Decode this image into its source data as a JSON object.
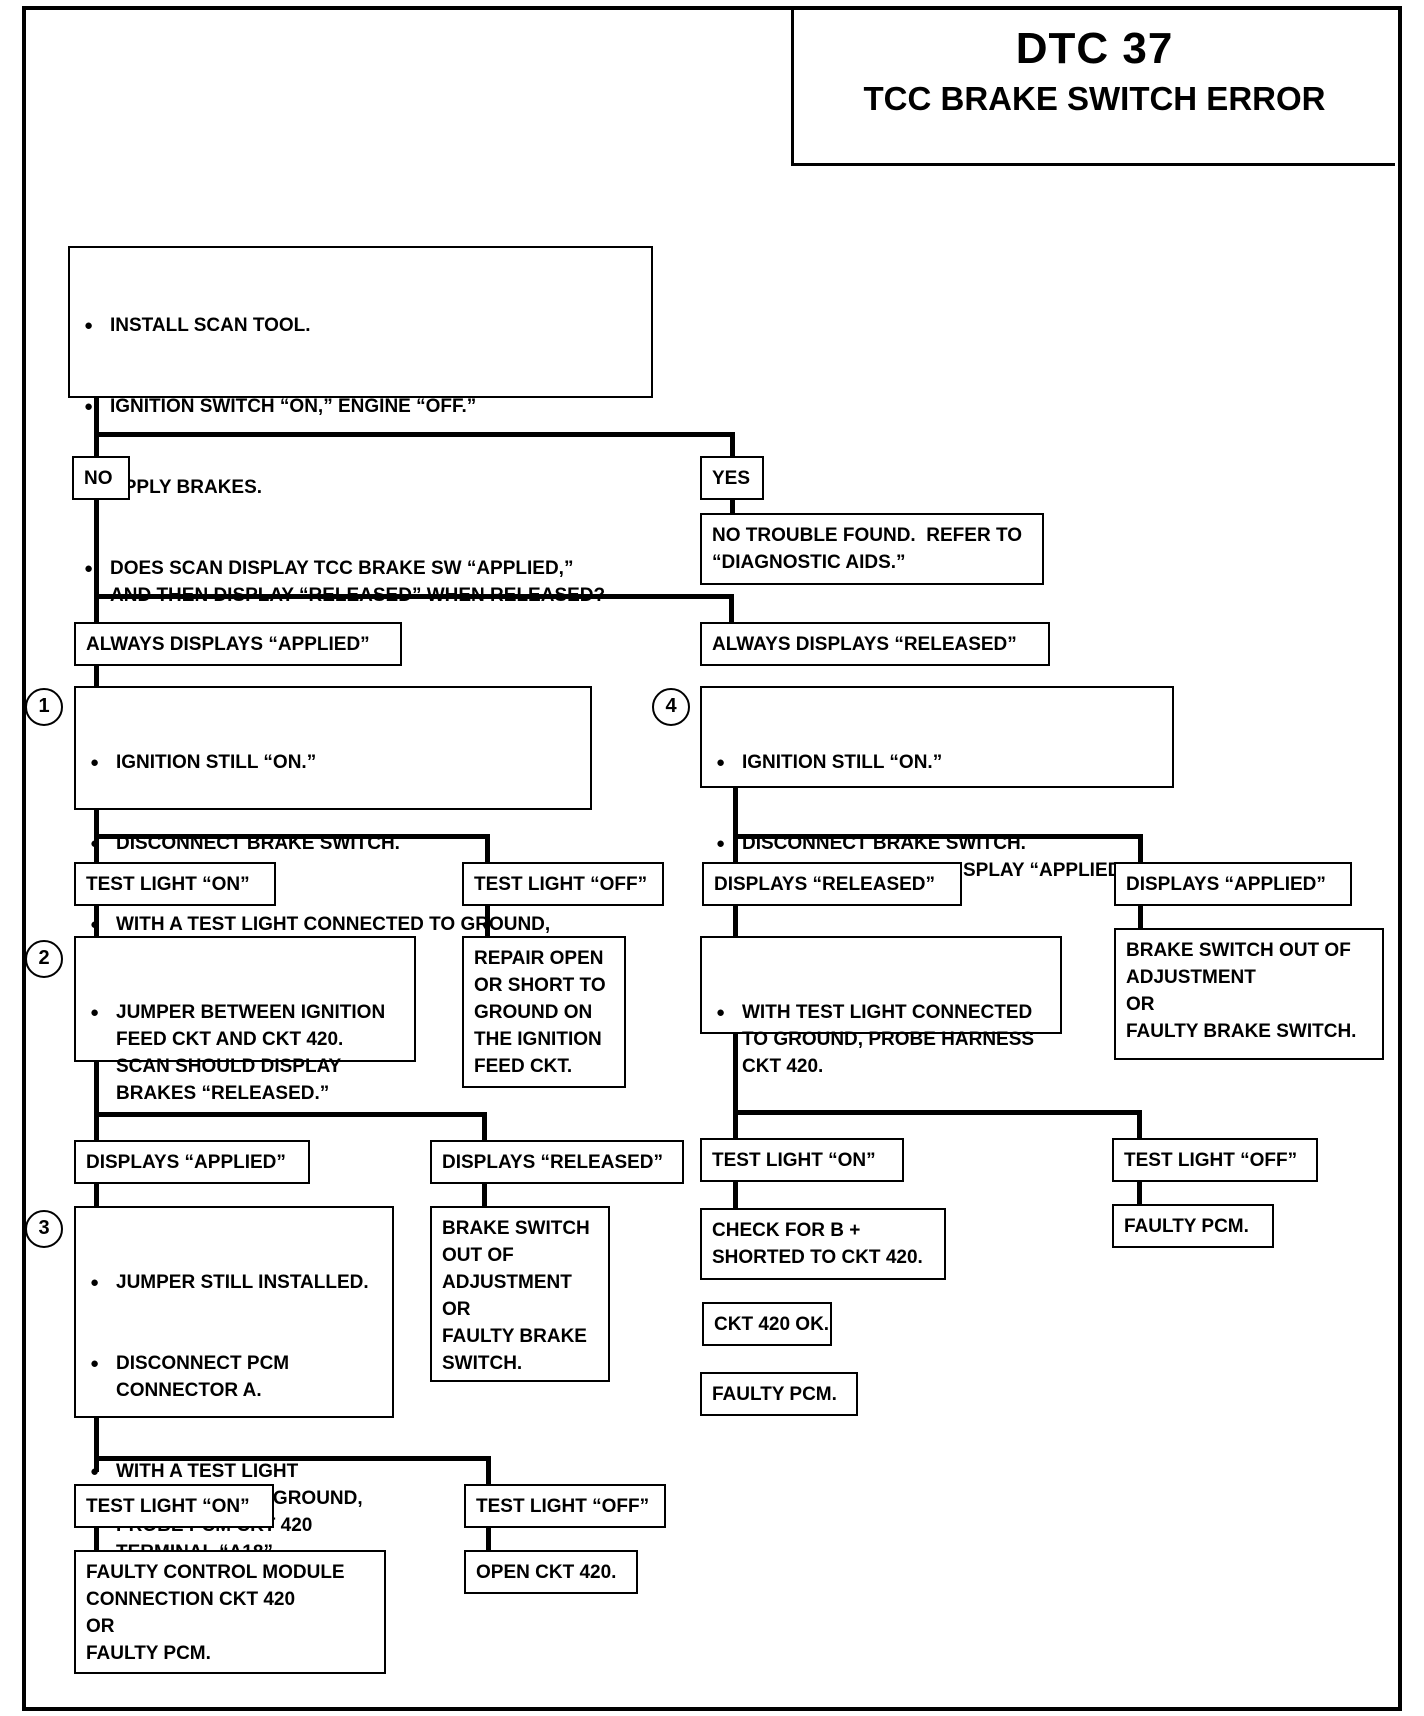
{
  "header": {
    "title": "DTC 37",
    "subtitle": "TCC BRAKE SWITCH ERROR"
  },
  "start": {
    "items": [
      "INSTALL SCAN TOOL.",
      "IGNITION SWITCH “ON,” ENGINE “OFF.”",
      "APPLY BRAKES.",
      "DOES SCAN DISPLAY TCC BRAKE SW “APPLIED,”\nAND THEN DISPLAY “RELEASED” WHEN RELEASED?"
    ]
  },
  "no_label": "NO",
  "yes_label": "YES",
  "yes_result": "NO TROUBLE FOUND.  REFER TO\n“DIAGNOSTIC AIDS.”",
  "left": {
    "branch_label": "ALWAYS DISPLAYS “APPLIED”",
    "step1": {
      "num": "1",
      "items": [
        "IGNITION STILL “ON.”",
        "DISCONNECT BRAKE SWITCH.",
        "WITH A TEST LIGHT CONNECTED TO GROUND,\nPROBE IGNITION FEED CIRCUIT."
      ]
    },
    "light_on_label": "TEST LIGHT “ON”",
    "light_off_label": "TEST LIGHT “OFF”",
    "repair_open": "REPAIR OPEN\nOR SHORT TO\nGROUND ON\nTHE IGNITION\nFEED CKT.",
    "step2": {
      "num": "2",
      "items": [
        "JUMPER BETWEEN IGNITION\nFEED CKT AND CKT 420.\nSCAN SHOULD DISPLAY\nBRAKES “RELEASED.”"
      ]
    },
    "displays_applied_label": "DISPLAYS “APPLIED”",
    "displays_released_label": "DISPLAYS “RELEASED”",
    "brake_switch_result": "BRAKE SWITCH\nOUT OF\nADJUSTMENT\nOR\nFAULTY BRAKE\nSWITCH.",
    "step3": {
      "num": "3",
      "items": [
        "JUMPER STILL INSTALLED.",
        "DISCONNECT PCM\nCONNECTOR A.",
        "WITH A TEST LIGHT\nCONNECTED TO GROUND,\nPROBE PCM CKT 420\nTERMINAL “A18”."
      ]
    },
    "final_on_label": "TEST LIGHT “ON”",
    "final_off_label": "TEST LIGHT “OFF”",
    "faulty_module": "FAULTY CONTROL MODULE\nCONNECTION CKT 420\nOR\nFAULTY PCM.",
    "open_ckt": "OPEN CKT 420."
  },
  "right": {
    "branch_label": "ALWAYS DISPLAYS “RELEASED”",
    "step4": {
      "num": "4",
      "items": [
        "IGNITION STILL “ON.”",
        "DISCONNECT BRAKE SWITCH.\nSCAN TOOL SHOULD DISPLAY “APPLIED.”"
      ]
    },
    "displays_released_label": "DISPLAYS “RELEASED”",
    "displays_applied_label": "DISPLAYS “APPLIED”",
    "probe_harness": {
      "items": [
        "WITH TEST LIGHT CONNECTED\nTO GROUND, PROBE HARNESS\nCKT 420."
      ]
    },
    "brake_switch_result": "BRAKE SWITCH OUT OF\nADJUSTMENT\nOR\nFAULTY BRAKE SWITCH.",
    "light_on_label": "TEST LIGHT “ON”",
    "light_off_label": "TEST LIGHT “OFF”",
    "check_b_plus": "CHECK FOR B +\nSHORTED TO CKT 420.",
    "ckt_ok": "CKT 420 OK.",
    "faulty_pcm_a": "FAULTY PCM.",
    "faulty_pcm_b": "FAULTY PCM."
  }
}
